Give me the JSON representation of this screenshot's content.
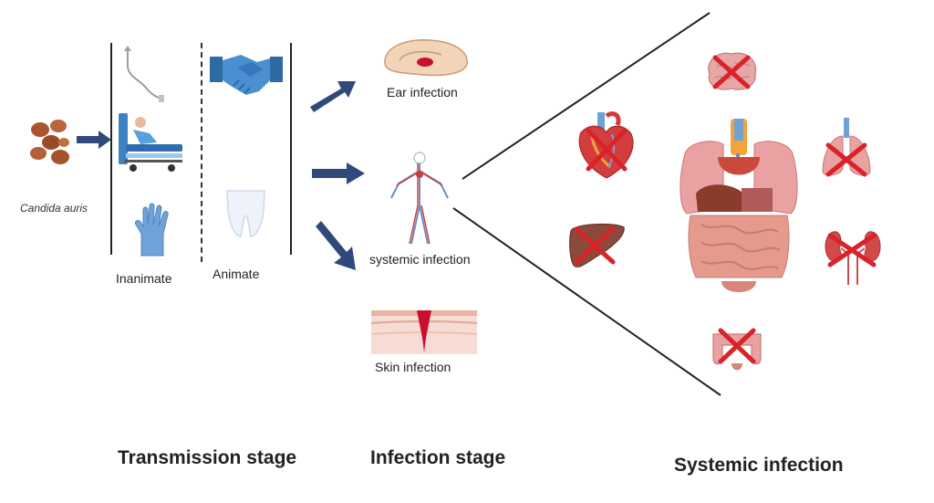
{
  "organism": {
    "label": "Candida auris",
    "icon": "candida-cells-icon"
  },
  "transmission": {
    "inanimate_label": "Inanimate",
    "animate_label": "Animate",
    "inanimate_icons": [
      "catheter-icon",
      "hospital-bed-icon",
      "glove-icon"
    ],
    "animate_icons": [
      "handshake-icon",
      "underwear-icon"
    ]
  },
  "infections": [
    {
      "label": "Ear infection",
      "icon": "ear-icon"
    },
    {
      "label": "systemic infection",
      "icon": "human-vasculature-icon"
    },
    {
      "label": "Skin infection",
      "icon": "skin-wound-icon"
    }
  ],
  "stages": {
    "transmission": "Transmission stage",
    "infection": "Infection stage",
    "systemic": "Systemic infection"
  },
  "organs_affected": [
    "brain-icon",
    "heart-icon",
    "lungs-icon",
    "liver-icon",
    "kidneys-icon",
    "colon-icon"
  ],
  "colors": {
    "arrow": "#2f4a7a",
    "cross": "#d8232a",
    "organ_pink": "#e9a1a1",
    "glove_blue": "#6fa3d8"
  }
}
